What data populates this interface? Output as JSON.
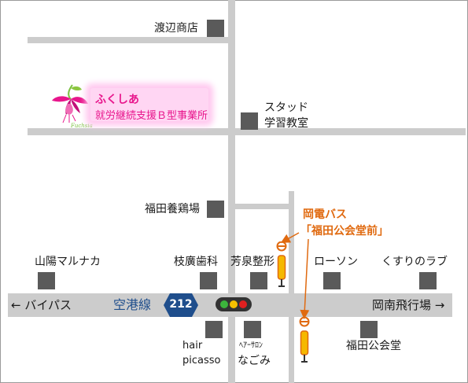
{
  "colors": {
    "road": "#cccccc",
    "building": "#5a5a5a",
    "bus_accent": "#e06a10",
    "highway_shield": "#1f4e8c",
    "logo_pink": "#e8168c",
    "banner_glow": "#ffc8ef"
  },
  "logo": {
    "caption": "Fuchsia"
  },
  "banner": {
    "line1": "ふくしあ",
    "line2": "就労継続支援Ｂ型事業所"
  },
  "landmarks": {
    "watanabe": "渡辺商店",
    "stud": {
      "line1": "スタッド",
      "line2": "学習教室"
    },
    "fukuda_chicken": "福田養鶏場",
    "sanyo_marunaka": "山陽マルナカ",
    "edahiro_dental": "枝廣歯科",
    "housen_seikei": "芳泉整形",
    "lawson": "ローソン",
    "kusuri_no_rabu": "くすりのラブ",
    "hair_picasso": {
      "line1": "hair",
      "line2": "picasso"
    },
    "nagomi": {
      "line1": "ﾍｱｰｻﾛﾝ",
      "line2": "なごみ"
    },
    "fukuda_hall": "福田公会堂"
  },
  "road_labels": {
    "left": "← バイパス",
    "right": "岡南飛行場 →",
    "route_name": "空港線",
    "route_number": "212"
  },
  "bus": {
    "line1": "岡電バス",
    "line2": "「福田公会堂前」"
  }
}
